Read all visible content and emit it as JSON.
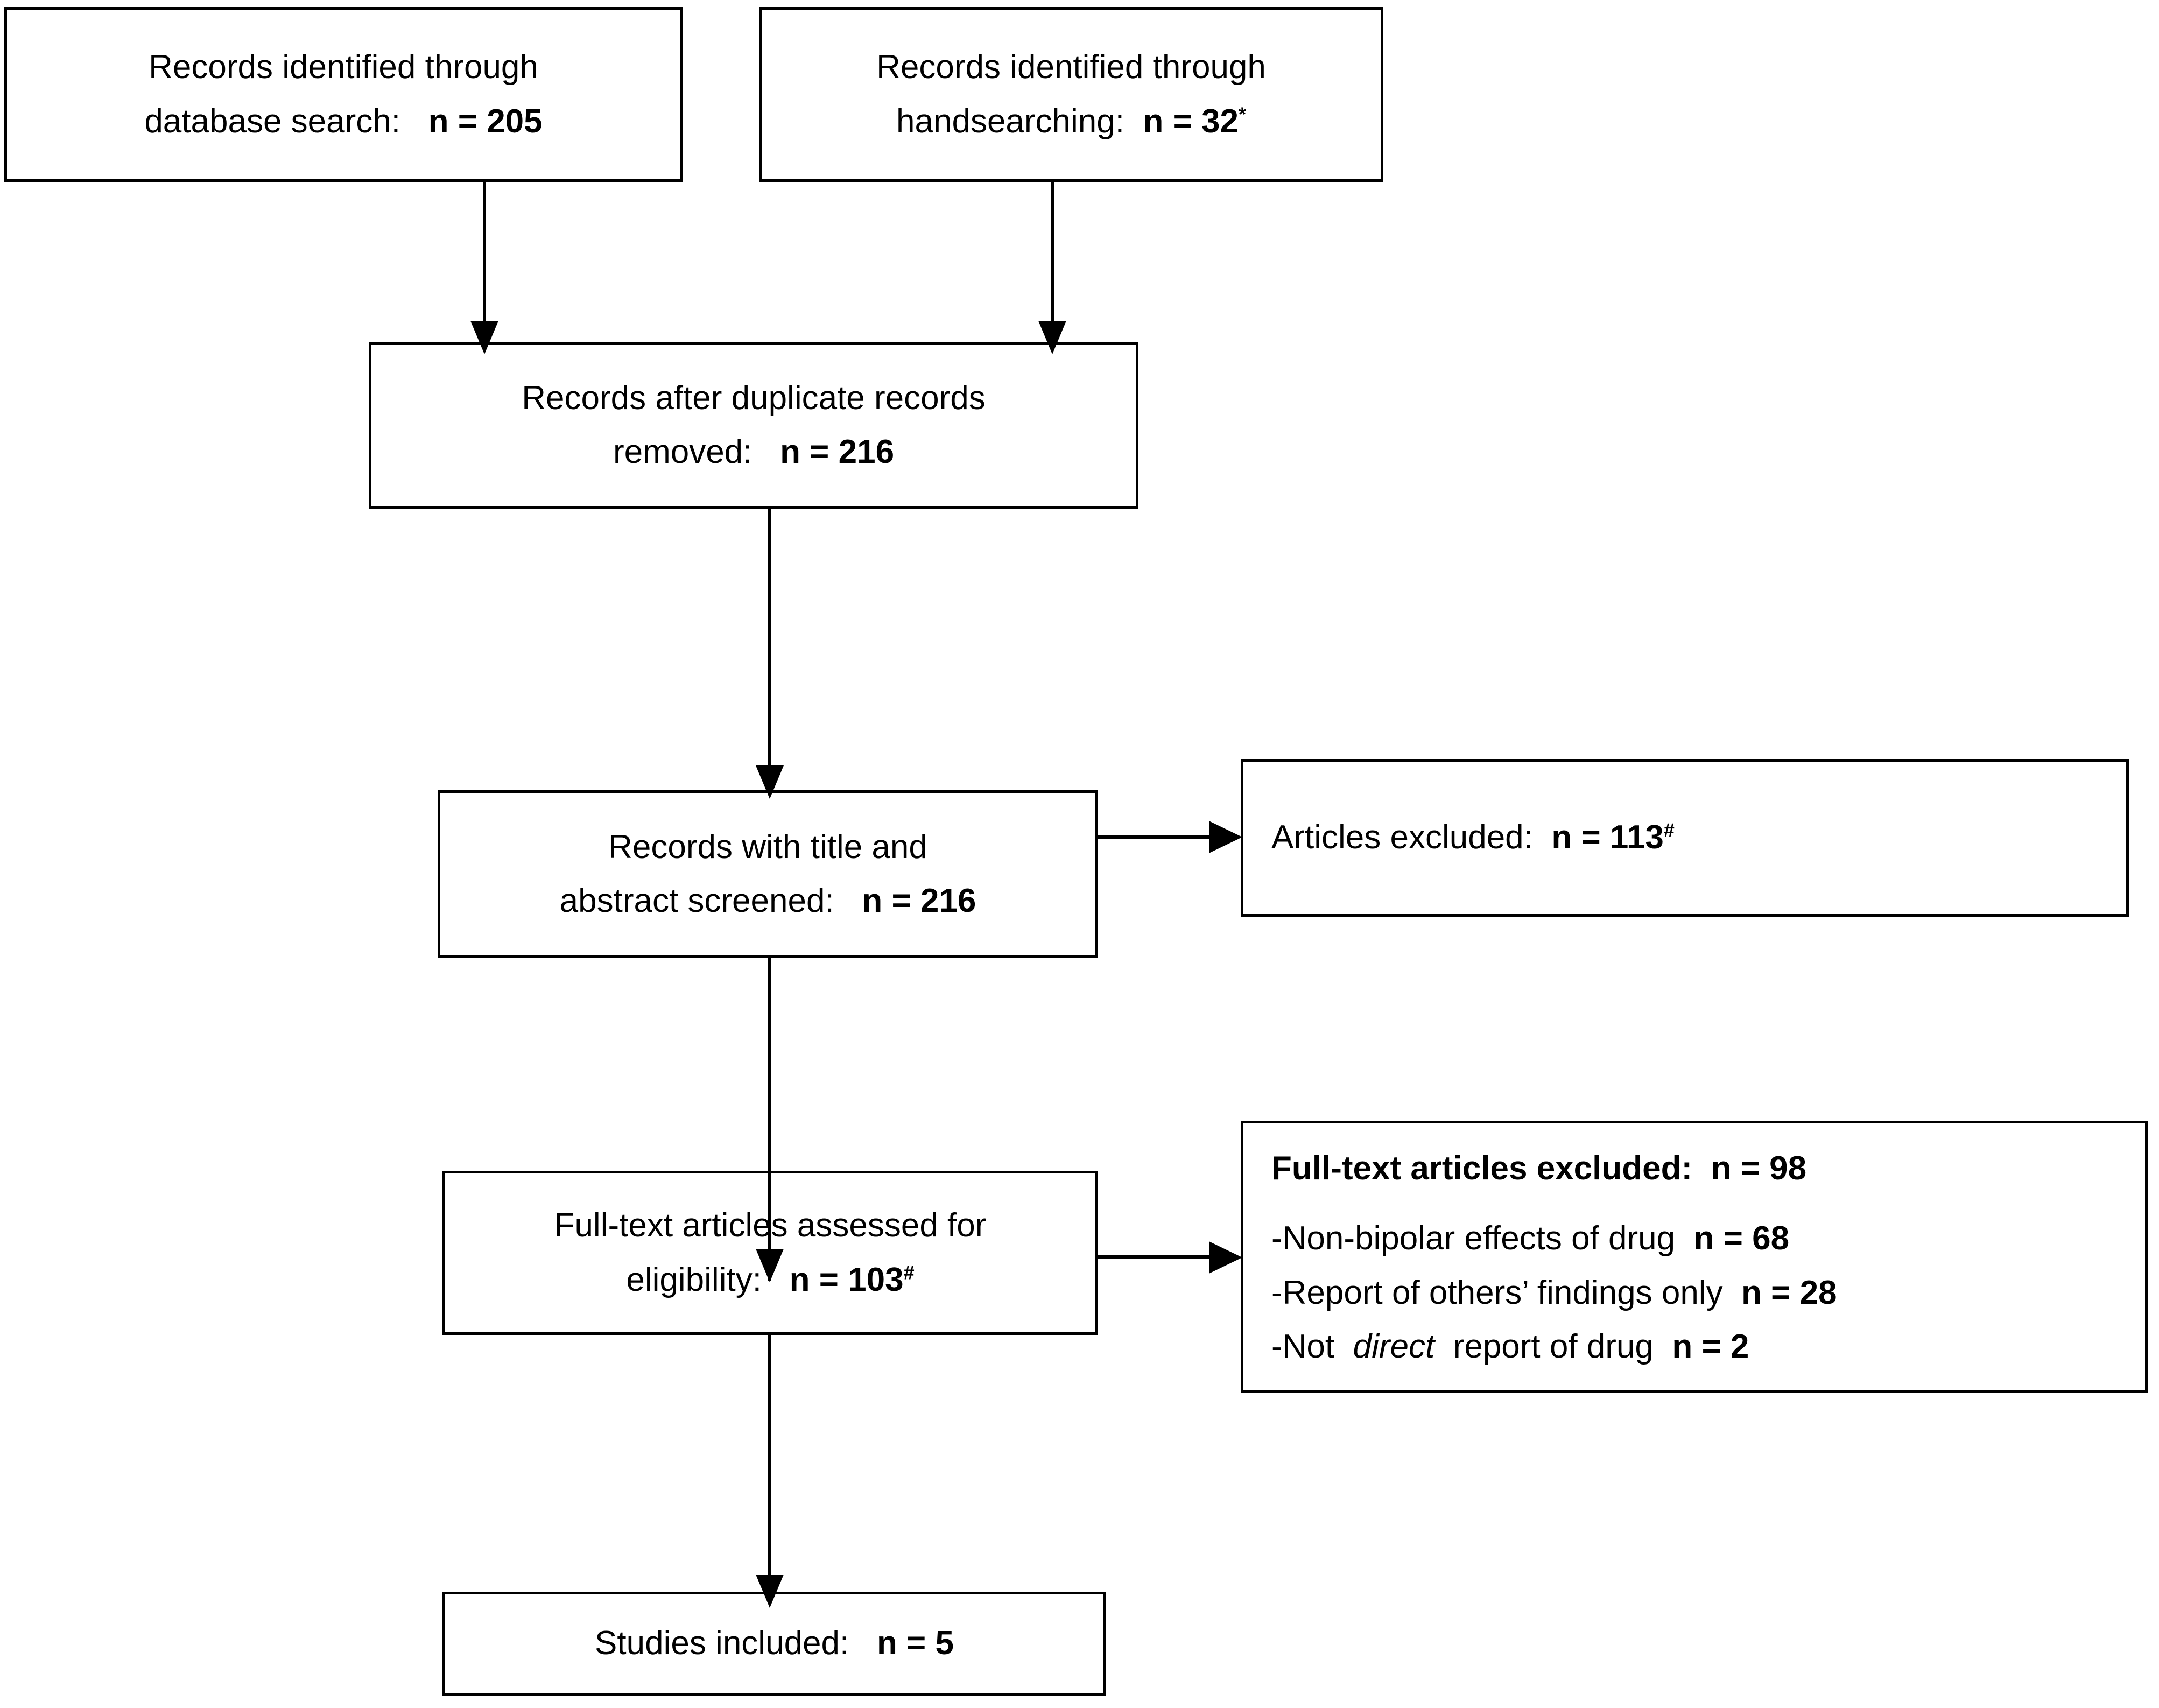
{
  "diagram": {
    "type": "prisma-flow-diagram",
    "title": "PRISMA study selection flow diagram",
    "text_color": "#000000",
    "box_border_color": "#000000",
    "background_color": "#ffffff"
  },
  "boxes": {
    "database_search": {
      "name": "records-identified-database-search",
      "line1": "Records identified through",
      "line2_label": "database search:",
      "line2_value": "n = 205",
      "n": 205
    },
    "handsearching": {
      "name": "records-identified-handsearching",
      "line1": "Records identified through",
      "line2_label": "handsearching:",
      "line2_value": "n = 32",
      "footnote": "*",
      "n": 32
    },
    "duplicates_removed": {
      "name": "records-after-duplicates-removed",
      "line1": "Records after duplicate records",
      "line2_label": "removed:",
      "line2_value": "n = 216",
      "n": 216
    },
    "screened": {
      "name": "records-title-abstract-screened",
      "line1": "Records with title and",
      "line2_label": "abstract screened:",
      "line2_value": "n = 216",
      "n": 216
    },
    "articles_excluded": {
      "name": "articles-excluded",
      "label": "Articles excluded:",
      "value": "n = 113",
      "footnote": "#",
      "n": 113
    },
    "full_text_assessed": {
      "name": "full-text-articles-assessed",
      "line1": "Full-text articles assessed for",
      "line2_label": "eligibility:",
      "line2_value": "n = 103",
      "footnote": "#",
      "n": 103
    },
    "full_text_excluded": {
      "name": "full-text-articles-excluded",
      "heading_label": "Full-text articles excluded:",
      "heading_value": "n = 98",
      "n": 98,
      "reasons": [
        {
          "prefix": "-Non-bipolar effects of drug",
          "italic": "",
          "suffix": "",
          "value": "n = 68",
          "n": 68
        },
        {
          "prefix": "-Report of others’ findings only",
          "italic": "",
          "suffix": "",
          "value": "n = 28",
          "n": 28
        },
        {
          "prefix": "-Not",
          "italic": "direct",
          "suffix": "report of drug",
          "value": "n = 2",
          "n": 2
        }
      ]
    },
    "studies_included": {
      "name": "studies-included",
      "label": "Studies included:",
      "value": "n = 5",
      "n": 5
    }
  },
  "connectors": [
    {
      "name": "arrow-database-search-to-duplicates",
      "from": "database_search",
      "to": "duplicates_removed",
      "direction": "down"
    },
    {
      "name": "arrow-handsearching-to-duplicates",
      "from": "handsearching",
      "to": "duplicates_removed",
      "direction": "down"
    },
    {
      "name": "arrow-duplicates-to-screened",
      "from": "duplicates_removed",
      "to": "screened",
      "direction": "down"
    },
    {
      "name": "arrow-screened-to-articles-excluded",
      "from": "screened",
      "to": "articles_excluded",
      "direction": "right"
    },
    {
      "name": "arrow-screened-to-full-text-assessed",
      "from": "screened",
      "to": "full_text_assessed",
      "direction": "down"
    },
    {
      "name": "arrow-full-text-assessed-to-full-text-excluded",
      "from": "full_text_assessed",
      "to": "full_text_excluded",
      "direction": "right"
    },
    {
      "name": "arrow-full-text-assessed-to-studies-included",
      "from": "full_text_assessed",
      "to": "studies_included",
      "direction": "down"
    }
  ]
}
